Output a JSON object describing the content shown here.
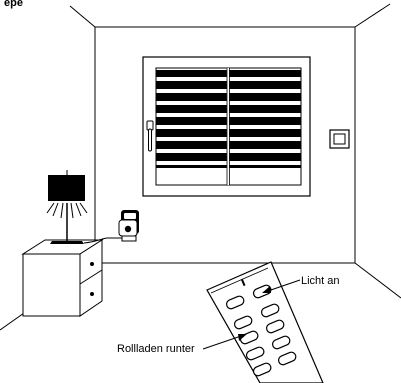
{
  "corner_text": "epè",
  "labels": {
    "light_on": "Licht an",
    "blinds_down": "Rollladen runter"
  },
  "colors": {
    "ink": "#000000",
    "paper": "#ffffff"
  }
}
